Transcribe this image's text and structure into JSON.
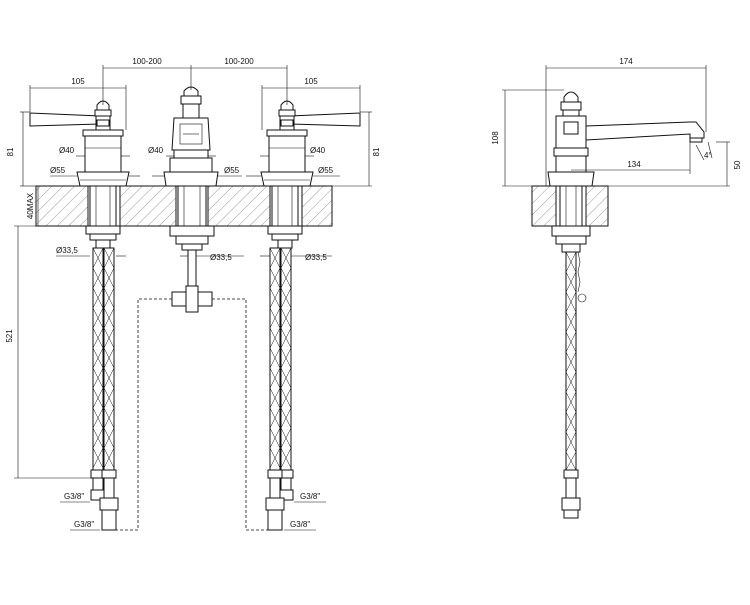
{
  "dims": {
    "spacing_left": "100-200",
    "spacing_right": "100-200",
    "lever_left": "105",
    "lever_right": "105",
    "height_left": "81",
    "height_right": "81",
    "diam40_left": "Ø40",
    "diam40_center": "Ø40",
    "diam40_right": "Ø40",
    "diam55_left": "Ø55",
    "diam55_center": "Ø55",
    "diam55_right": "Ø55",
    "deck": "40MAX",
    "diam335_left": "Ø33,5",
    "diam335_center": "Ø33,5",
    "diam335_right": "Ø33,5",
    "hose_len": "521",
    "g38_left_upper": "G3/8\"",
    "g38_left_lower": "G3/8\"",
    "g38_right_upper": "G3/8\"",
    "g38_right_lower": "G3/8\"",
    "side_width": "174",
    "side_height": "108",
    "side_reach": "134",
    "side_angle": "4°",
    "side_spout_h": "50"
  }
}
